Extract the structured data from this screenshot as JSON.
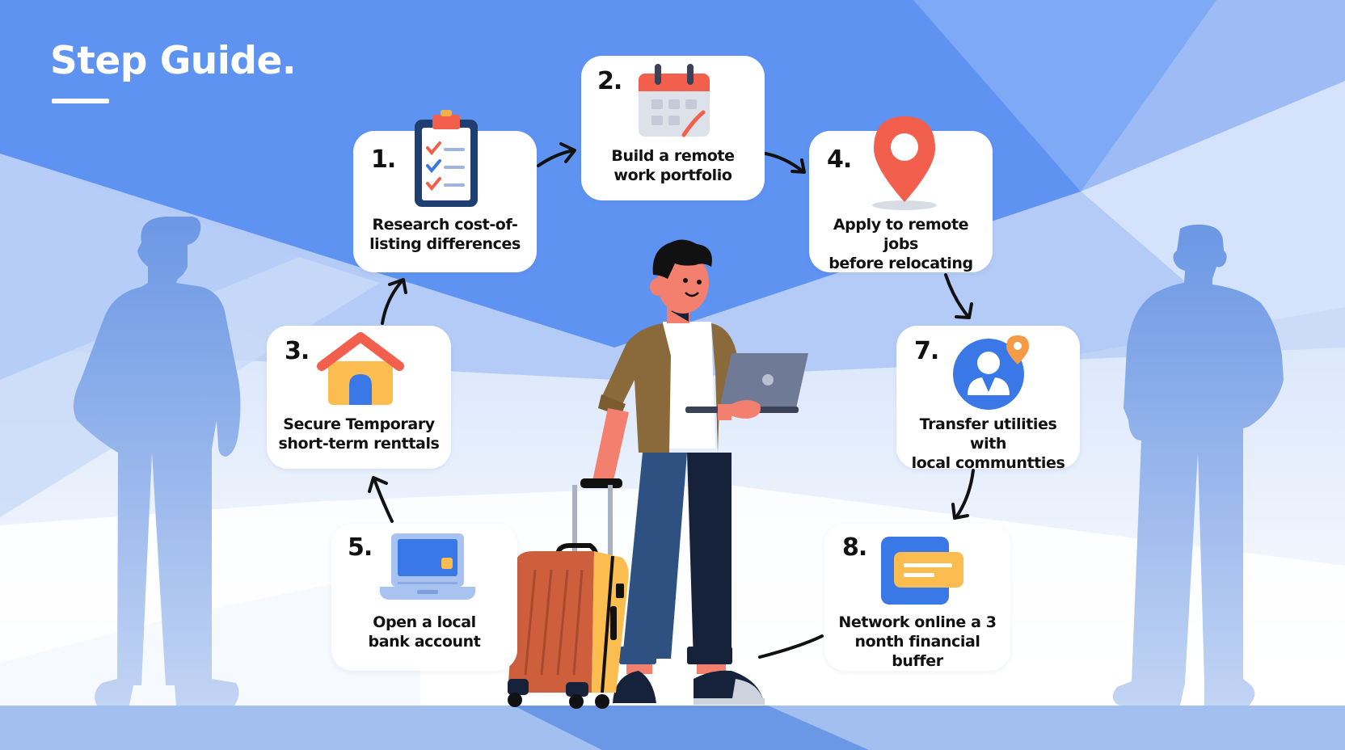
{
  "header": {
    "title": "Step Guide."
  },
  "colors": {
    "background_top": "#5f93f2",
    "background_light": "#d6e4fb",
    "floor": "#a3bff0",
    "floor_shadow": "#6a98e6",
    "card_bg": "#ffffff",
    "text": "#111111",
    "accent_red": "#f25f4c",
    "accent_blue": "#3b78e7",
    "accent_yellow": "#fbbd4f",
    "silhouette": "#6f9be6"
  },
  "steps": [
    {
      "number": "1.",
      "icon": "clipboard-checklist-icon",
      "lines": [
        "Research cost-of-",
        "listing differences"
      ]
    },
    {
      "number": "2.",
      "icon": "calendar-icon",
      "lines": [
        "Build a remote",
        "work portfolio"
      ]
    },
    {
      "number": "3.",
      "icon": "house-icon",
      "lines": [
        "Secure Temporary",
        "short-term renttals"
      ]
    },
    {
      "number": "4.",
      "icon": "map-pin-icon",
      "lines": [
        "Apply to remote jobs",
        "before relocating"
      ]
    },
    {
      "number": "5.",
      "icon": "laptop-card-icon",
      "lines": [
        "Open a local",
        "bank account"
      ]
    },
    {
      "number": "7.",
      "icon": "user-location-icon",
      "lines": [
        "Transfer utilities with",
        "local communtties"
      ]
    },
    {
      "number": "8.",
      "icon": "cards-icon",
      "lines": [
        "Network online a 3",
        "nonth financial buffer"
      ]
    }
  ],
  "flow": {
    "arrows": [
      {
        "from": "5.",
        "to": "3."
      },
      {
        "from": "3.",
        "to": "1."
      },
      {
        "from": "1.",
        "to": "2."
      },
      {
        "from": "2.",
        "to": "4."
      },
      {
        "from": "4.",
        "to": "7."
      },
      {
        "from": "7.",
        "to": "8."
      }
    ]
  },
  "illustration": {
    "center_figure": "traveler-with-laptop-and-suitcase",
    "side_figures": [
      "left-silhouette",
      "right-silhouette"
    ]
  }
}
